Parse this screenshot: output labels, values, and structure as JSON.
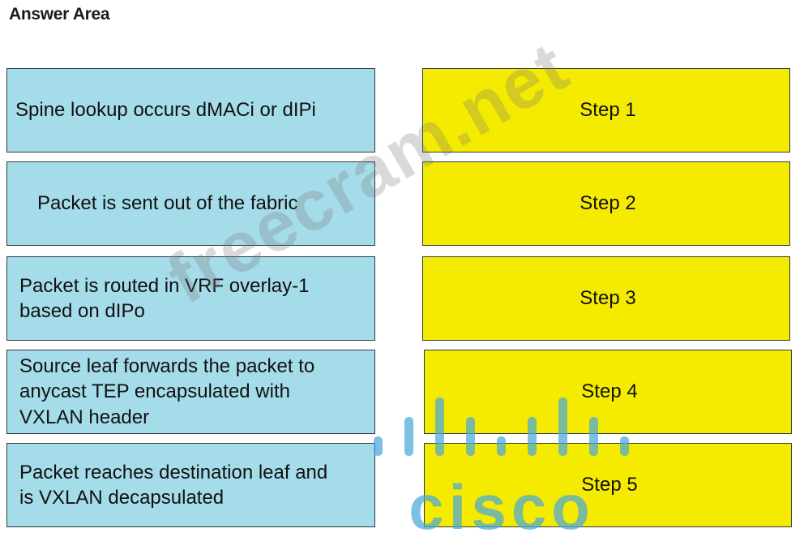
{
  "title": "Answer Area",
  "source_items": [
    {
      "text": "Spine lookup occurs dMACi or dIPi"
    },
    {
      "text": "Packet is sent out of the fabric"
    },
    {
      "text": "Packet is routed in VRF overlay-1\nbased on dIPo"
    },
    {
      "text": "Source leaf forwards the packet to\nanycast TEP encapsulated with\nVXLAN header"
    },
    {
      "text": "Packet reaches destination leaf and\nis VXLAN decapsulated"
    }
  ],
  "target_slots": [
    {
      "label": "Step 1"
    },
    {
      "label": "Step 2"
    },
    {
      "label": "Step 3"
    },
    {
      "label": "Step 4"
    },
    {
      "label": "Step 5"
    }
  ],
  "watermark": {
    "site": "freecram.net",
    "logo": "cisco"
  },
  "colors": {
    "source_bg": "#a5dcea",
    "target_bg": "#f5eb00",
    "border": "#2f3a40",
    "logo_blue": "#4aa7d8"
  }
}
